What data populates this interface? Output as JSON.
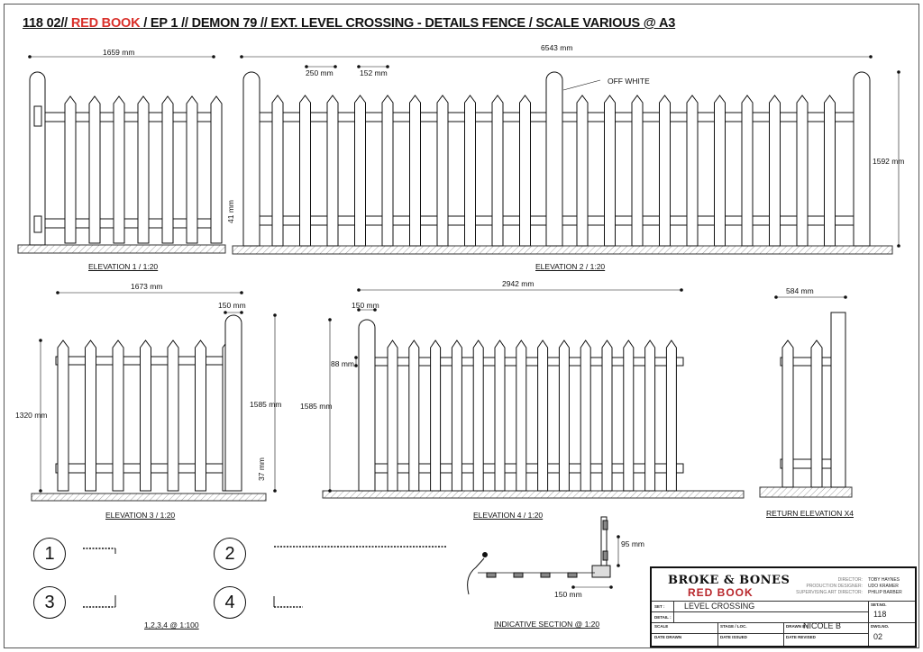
{
  "title": {
    "prefix": "118  02// ",
    "red": "RED BOOK",
    "suffix": " / EP 1 //  DEMON 79 // EXT. LEVEL CROSSING - DETAILS FENCE / SCALE VARIOUS @ A3"
  },
  "colors": {
    "accent": "#d9302a",
    "line": "#111111"
  },
  "elevations": {
    "e1": {
      "label": "ELEVATION 1 / 1:20",
      "width": "1659 mm",
      "gap": "41 mm"
    },
    "e2": {
      "label": "ELEVATION 2 / 1:20",
      "width": "6543 mm",
      "picket_spacing": "250 mm",
      "gap_spacing": "152 mm",
      "height": "1592 mm",
      "finish": "OFF WHITE"
    },
    "e3": {
      "label": "ELEVATION 3 / 1:20",
      "width": "1673 mm",
      "post": "150 mm",
      "picket_height": "1320 mm",
      "post_height": "1585 mm",
      "gap": "37 mm"
    },
    "e4": {
      "label": "ELEVATION 4 / 1:20",
      "width": "2942 mm",
      "post": "150 mm",
      "rail": "88 mm",
      "post_height": "1585 mm"
    },
    "ret": {
      "label": "RETURN ELEVATION X4",
      "width": "584 mm"
    }
  },
  "plans": {
    "n1": "1",
    "n2": "2",
    "n3": "3",
    "n4": "4",
    "label": "1,2,3,4 @ 1:100"
  },
  "section": {
    "label": "INDICATIVE SECTION @ 1:20",
    "dim1": "95 mm",
    "dim2": "150 mm"
  },
  "title_block": {
    "logo_top": "BROKE & BONES",
    "logo_bottom": "RED BOOK",
    "director_label": "DIRECTOR:",
    "director": "TOBY HAYNES",
    "pd_label": "PRODUCTION DESIGNER:",
    "pd": "UDO KRAMER",
    "sad_label": "SUPERVISING ART DIRECTOR:",
    "sad": "PHILIP BARBER",
    "set_label": "SET :",
    "set": "LEVEL CROSSING",
    "detail_label": "DETAIL :",
    "setno_label": "SET.NO.",
    "setno": "118",
    "scale_label": "SCALE",
    "stage_label": "STAGE / LOC.",
    "drawn_by_label": "DRAWN BY",
    "drawn_by": "NICOLE B",
    "dwg_label": "DWG.NO.",
    "dwg": "02",
    "date_drawn_label": "DATE DRAWN",
    "date_issued_label": "DATE ISSUED",
    "date_revised_label": "DATE REVISED"
  }
}
